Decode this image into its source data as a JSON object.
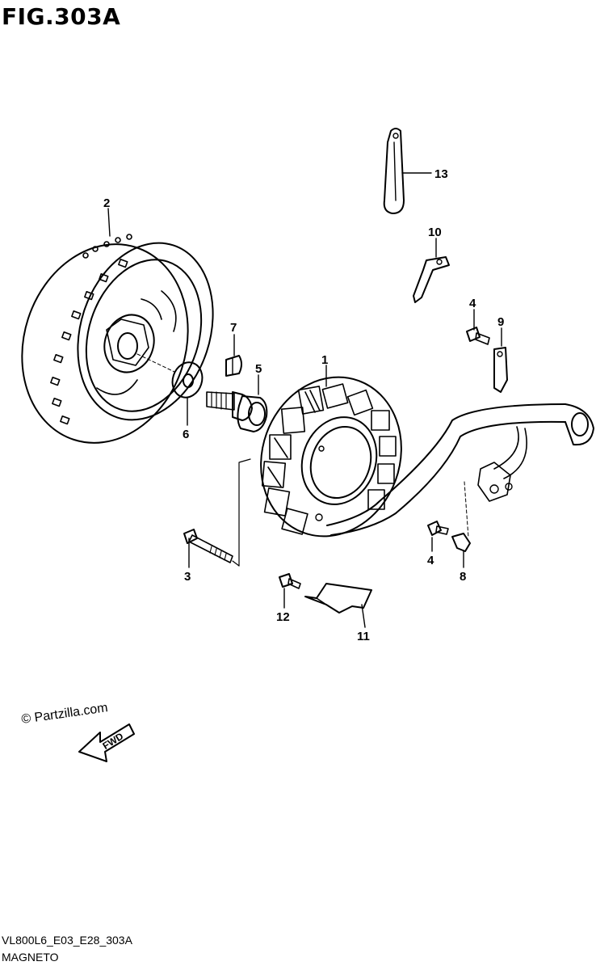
{
  "figure": {
    "title": "FIG.303A"
  },
  "callouts": [
    "1",
    "2",
    "3",
    "4",
    "4",
    "5",
    "6",
    "7",
    "8",
    "9",
    "10",
    "11",
    "12",
    "13"
  ],
  "watermark": {
    "copyright": "© Partzilla.com",
    "arrow_label": "FWD"
  },
  "footer": {
    "code": "VL800L6_E03_E28_303A",
    "name": "MAGNETO"
  },
  "colors": {
    "line": "#000000",
    "background": "#ffffff"
  }
}
